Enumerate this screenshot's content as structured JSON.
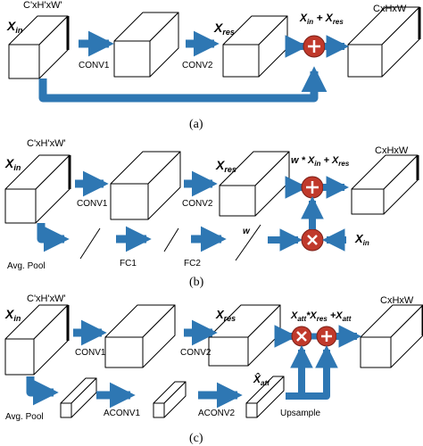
{
  "diagram": {
    "colors": {
      "arrow": "#2e77b3",
      "operator": "#c0392b",
      "stroke": "#000000"
    },
    "panel_a": {
      "caption": "(a)",
      "dims_in": "C'xH'xW'",
      "dims_out": "CxHxW",
      "x_in": "X",
      "x_in_sub": "in",
      "x_res": "X",
      "x_res_sub": "res",
      "sum_formula": "X_in + X_res",
      "conv1": "CONV1",
      "conv2": "CONV2",
      "operator": "plus"
    },
    "panel_b": {
      "caption": "(b)",
      "dims_in": "C'xH'xW'",
      "dims_out": "CxHxW",
      "x_in": "X",
      "x_in_sub": "in",
      "x_res": "X",
      "x_res_sub": "res",
      "formula": "w * X_in + X_res",
      "conv1": "CONV1",
      "conv2": "CONV2",
      "avg_pool": "Avg. Pool",
      "fc1": "FC1",
      "fc2": "FC2",
      "w": "w",
      "x_in_right": "X",
      "x_in_right_sub": "in",
      "operators": [
        "times",
        "plus"
      ]
    },
    "panel_c": {
      "caption": "(c)",
      "dims_in": "C'xH'xW'",
      "dims_out": "CxHxW",
      "x_in": "X",
      "x_in_sub": "in",
      "x_res": "X",
      "x_res_sub": "res",
      "formula": "X_att * X_res + X_att",
      "conv1": "CONV1",
      "conv2": "CONV2",
      "avg_pool": "Avg. Pool",
      "aconv1": "ACONV1",
      "aconv2": "ACONV2",
      "x_att_hat": "X̂",
      "x_att_sub": "att",
      "upsample": "Upsample",
      "operators": [
        "times",
        "plus"
      ]
    }
  }
}
